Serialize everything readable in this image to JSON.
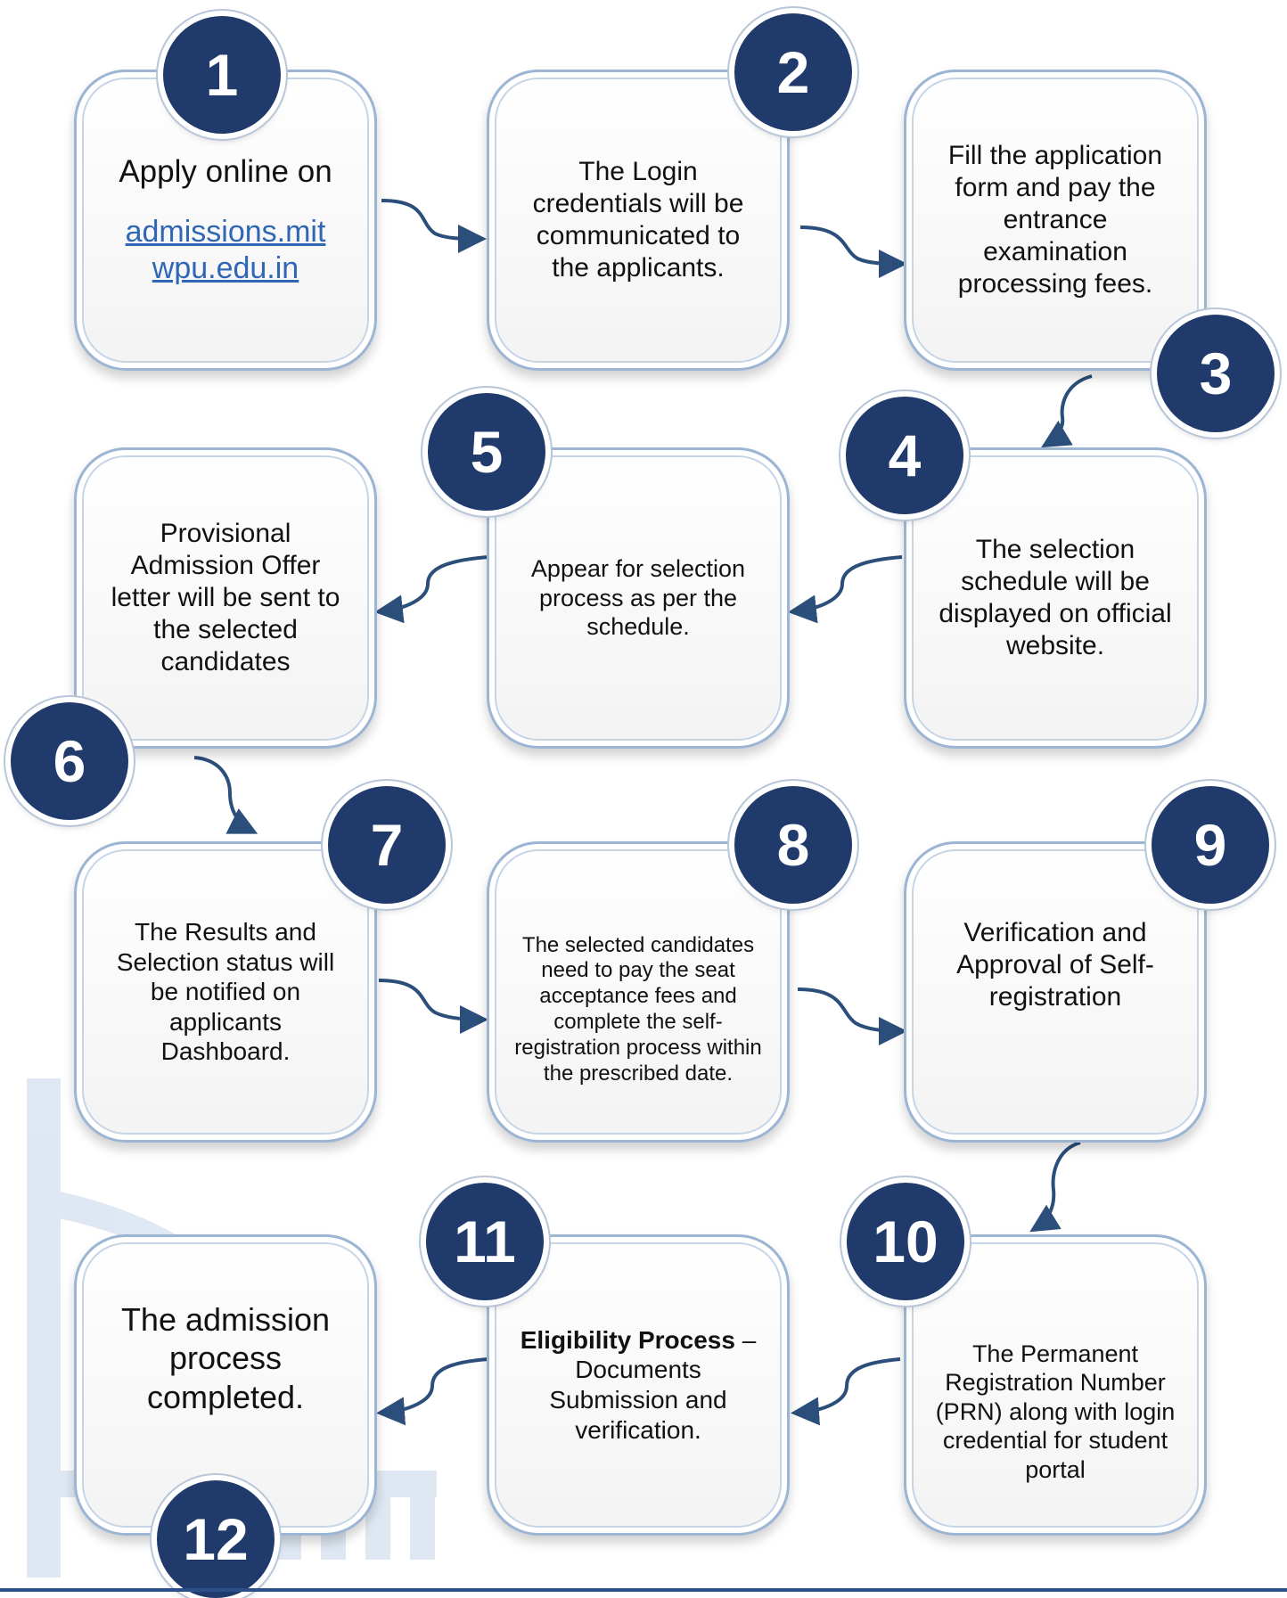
{
  "steps": [
    {
      "number": "1",
      "line1": "Apply online on",
      "link": "admissions.mitwpu.edu.in",
      "link_parts": [
        "admissions.mit",
        "wpu.edu.in"
      ]
    },
    {
      "number": "2",
      "text": "The Login credentials will be communicated to the applicants."
    },
    {
      "number": "3",
      "text": "Fill the application form and pay the entrance examination processing fees."
    },
    {
      "number": "4",
      "text": "The selection schedule will be displayed on official website."
    },
    {
      "number": "5",
      "text": "Appear for selection process as per the schedule."
    },
    {
      "number": "6",
      "text": "Provisional Admission Offer letter will be sent to the selected candidates"
    },
    {
      "number": "7",
      "text": "The Results and Selection status will be notified on applicants Dashboard."
    },
    {
      "number": "8",
      "text": "The selected candidates need to pay the seat acceptance fees and complete the self-registration process within the prescribed date."
    },
    {
      "number": "9",
      "text": "Verification and Approval of Self-registration"
    },
    {
      "number": "10",
      "text": "The Permanent Registration Number (PRN) along with login credential for student portal"
    },
    {
      "number": "11",
      "bold": "Eligibility Process",
      "rest": " – Documents Submission and verification."
    },
    {
      "number": "12",
      "text": "The admission process completed."
    }
  ],
  "colors": {
    "badge": "#1f3a6b",
    "arrow": "#2b4f7a",
    "border": "#9bb5d3",
    "link": "#2f67b5"
  }
}
